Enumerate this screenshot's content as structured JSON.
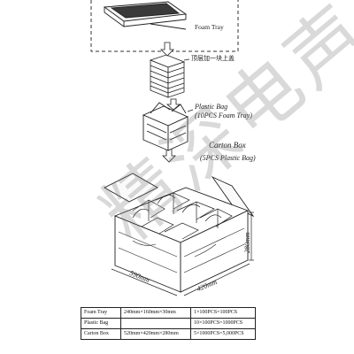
{
  "labels": {
    "foam_tray": "Foam Tray",
    "top_cover_note": "顶层加一块上盖",
    "plastic_bag": "Plastic Bag",
    "plastic_bag_qty": "(10PCS Foam Tray)",
    "carton_box": "Carton Box",
    "carton_box_qty": "(5PCS Plastic Bag)"
  },
  "dimensions": {
    "height": "280mm",
    "length": "590mm",
    "width": "420mm"
  },
  "watermark": "精深电声",
  "table": {
    "rows": [
      {
        "name": "Foam Tray",
        "size": "240mm×160mm×30mm",
        "qty": "1×100PCS=100PCS"
      },
      {
        "name": "Plastic Bag",
        "size": "",
        "qty": "10×100PCS=1000PCS"
      },
      {
        "name": "Carton Box",
        "size": "520mm×420mm×280mm",
        "qty": "5×1000PCS=5,000PCS"
      }
    ]
  }
}
